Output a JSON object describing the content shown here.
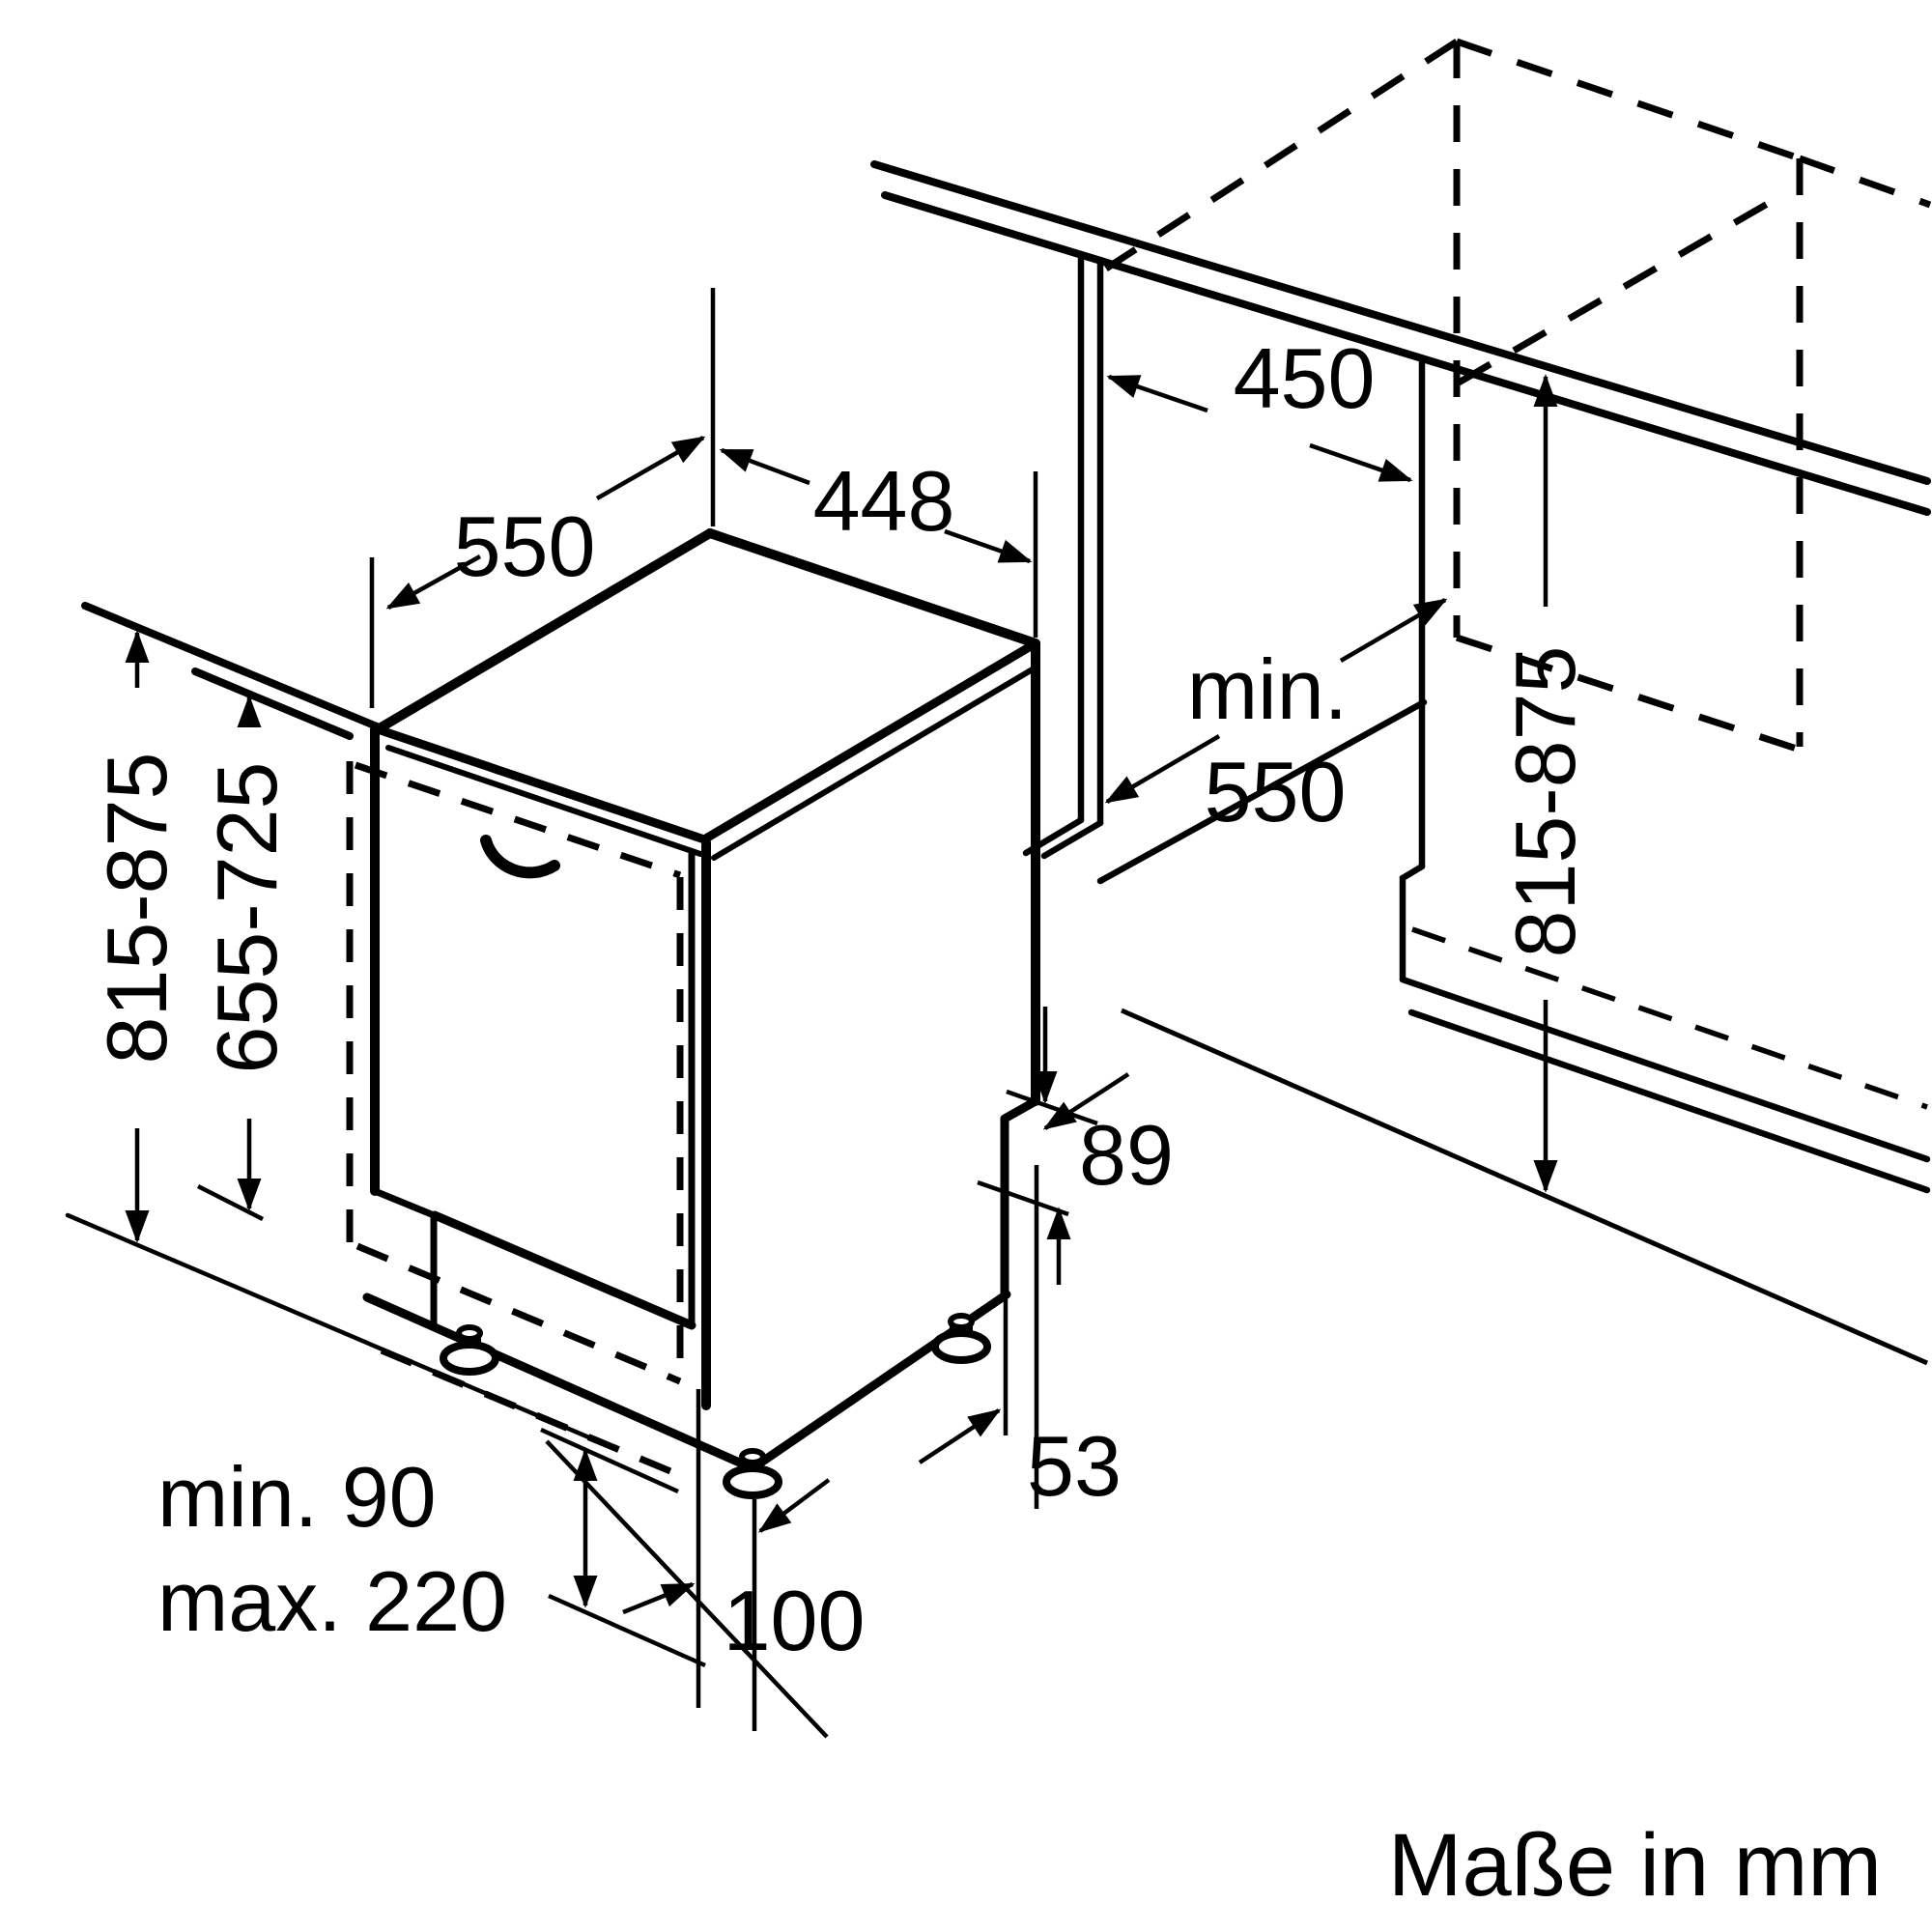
{
  "drawing": {
    "type": "appliance installation diagram (isometric line drawing)",
    "unit_note": "Maße in mm",
    "ink": "#000000",
    "paper": "#ffffff"
  },
  "dimensions": {
    "appliance_depth": "550",
    "appliance_width": "448",
    "niche_width": "450",
    "niche_depth_line1": "min.",
    "niche_depth_line2": "550",
    "left_total_height": "815-875",
    "door_panel_height": "655-725",
    "right_niche_height": "815-875",
    "rear_recess_height": "89",
    "rear_offset": "53",
    "foot_offset": "100",
    "plinth_min": "min. 90",
    "plinth_max": "max. 220"
  }
}
